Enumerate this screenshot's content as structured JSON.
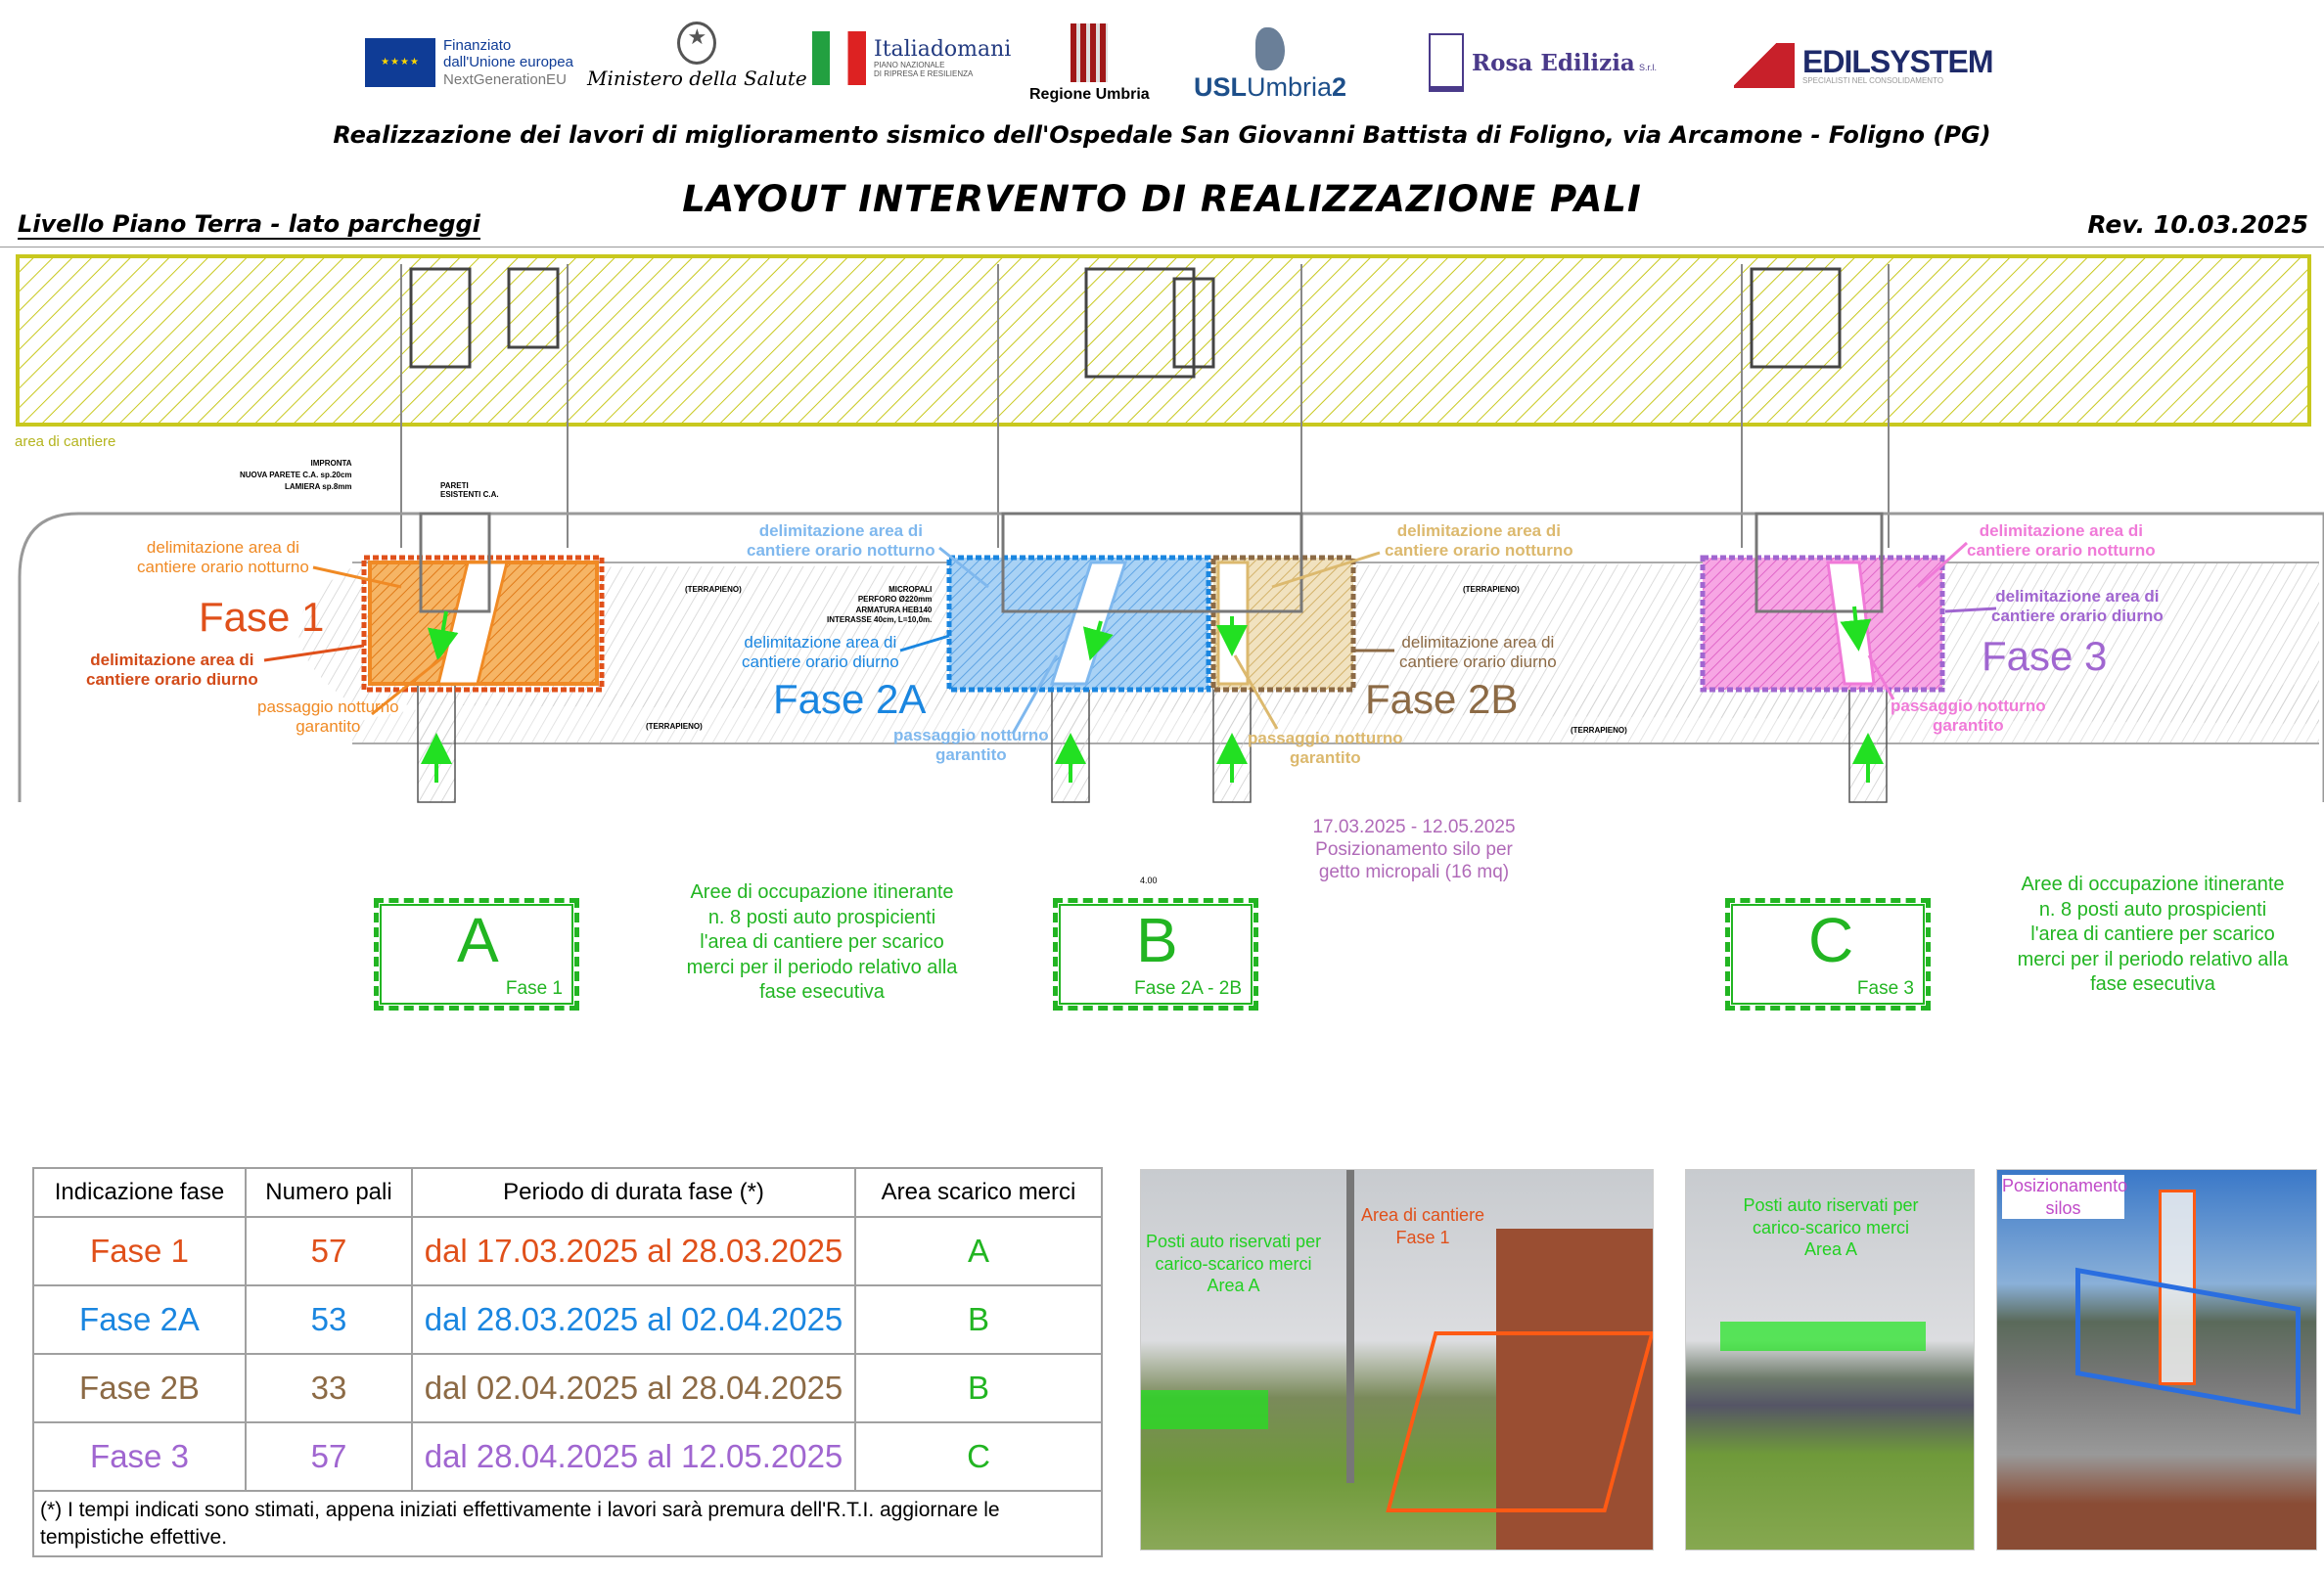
{
  "logos": {
    "eu": {
      "line1": "Finanziato",
      "line2": "dall'Unione europea",
      "line3": "NextGenerationEU"
    },
    "ministero": "Ministero della Salute",
    "italiadomani": {
      "name": "Italiadomani",
      "sub1": "PIANO NAZIONALE",
      "sub2": "DI RIPRESA E RESILIENZA"
    },
    "regione": "Regione Umbria",
    "usl": {
      "a": "USL",
      "b": "Umbria",
      "c": "2"
    },
    "rosa": {
      "name": "Rosa Edilizia",
      "suffix": "S.r.l."
    },
    "edilsystem": {
      "name": "EDILSYSTEM",
      "sub": "SPECIALISTI NEL CONSOLIDAMENTO"
    }
  },
  "header": {
    "subtitle": "Realizzazione dei lavori di miglioramento sismico dell'Ospedale San Giovanni Battista di Foligno, via Arcamone - Foligno (PG)",
    "title": "LAYOUT INTERVENTO DI REALIZZAZIONE PALI",
    "level": "Livello Piano Terra - lato parcheggi",
    "revision": "Rev. 10.03.2025"
  },
  "colors": {
    "fase1": "#e0501a",
    "fase1_light": "#f08a24",
    "fase2a": "#1a86e0",
    "fase2a_light": "#7fb8ee",
    "fase2b": "#8c6a45",
    "fase2b_light": "#dcb96e",
    "fase3": "#a066d0",
    "fase3_light": "#f07ad8",
    "green": "#22b522",
    "yellow": "#c8c81e"
  },
  "plan": {
    "area_cantiere": "area di cantiere",
    "impronta": "IMPRONTA",
    "nuova_parete": "NUOVA PARETE C.A. sp.20cm",
    "lamiera": "LAMIERA sp.8mm",
    "pareti1": "PARETI",
    "pareti2": "ESISTENTI C.A.",
    "terrapieno": "(TERRAPIENO)",
    "micropali": [
      "MICROPALI",
      "PERFORO Ø220mm",
      "ARMATURA HEB140",
      "INTERASSE 40cm, L=10,0m."
    ],
    "notturno": [
      "delimitazione area di",
      "cantiere orario notturno"
    ],
    "diurno": [
      "delimitazione area di",
      "cantiere orario diurno"
    ],
    "passaggio": [
      "passaggio notturno",
      "garantito"
    ],
    "fasi": [
      "Fase 1",
      "Fase 2A",
      "Fase 2B",
      "Fase 3"
    ],
    "silo_dim": "4.00",
    "silo_text": [
      "17.03.2025 - 12.05.2025",
      "Posizionamento silo per",
      "getto micropali (16 mq)"
    ]
  },
  "areas": {
    "A": {
      "letter": "A",
      "phase": "Fase 1"
    },
    "B": {
      "letter": "B",
      "phase": "Fase 2A - 2B"
    },
    "C": {
      "letter": "C",
      "phase": "Fase 3"
    },
    "note": [
      "Aree di occupazione itinerante",
      "n. 8 posti auto prospicienti",
      "l'area di cantiere per scarico",
      "merci per il periodo relativo alla",
      "fase esecutiva"
    ]
  },
  "table": {
    "headers": [
      "Indicazione fase",
      "Numero pali",
      "Periodo di durata fase (*)",
      "Area scarico merci"
    ],
    "rows": [
      {
        "fase": "Fase 1",
        "pali": "57",
        "periodo": "dal 17.03.2025 al 28.03.2025",
        "area": "A"
      },
      {
        "fase": "Fase 2A",
        "pali": "53",
        "periodo": "dal 28.03.2025 al 02.04.2025",
        "area": "B"
      },
      {
        "fase": "Fase 2B",
        "pali": "33",
        "periodo": "dal 02.04.2025 al 28.04.2025",
        "area": "B"
      },
      {
        "fase": "Fase 3",
        "pali": "57",
        "periodo": "dal 28.04.2025 al 12.05.2025",
        "area": "C"
      }
    ],
    "footnote": "(*) I tempi indicati sono stimati, appena iniziati effettivamente i lavori sarà premura dell'R.T.I. aggiornare le tempistiche effettive."
  },
  "photos": {
    "p1": {
      "posti": [
        "Posti auto riservati per",
        "carico-scarico merci",
        "Area A"
      ],
      "cantiere": [
        "Area di cantiere",
        "Fase 1"
      ]
    },
    "p2": {
      "posti": [
        "Posti auto riservati per",
        "carico-scarico merci",
        "Area A"
      ]
    },
    "p3": {
      "silos": [
        "Posizionamento",
        "silos"
      ]
    }
  }
}
